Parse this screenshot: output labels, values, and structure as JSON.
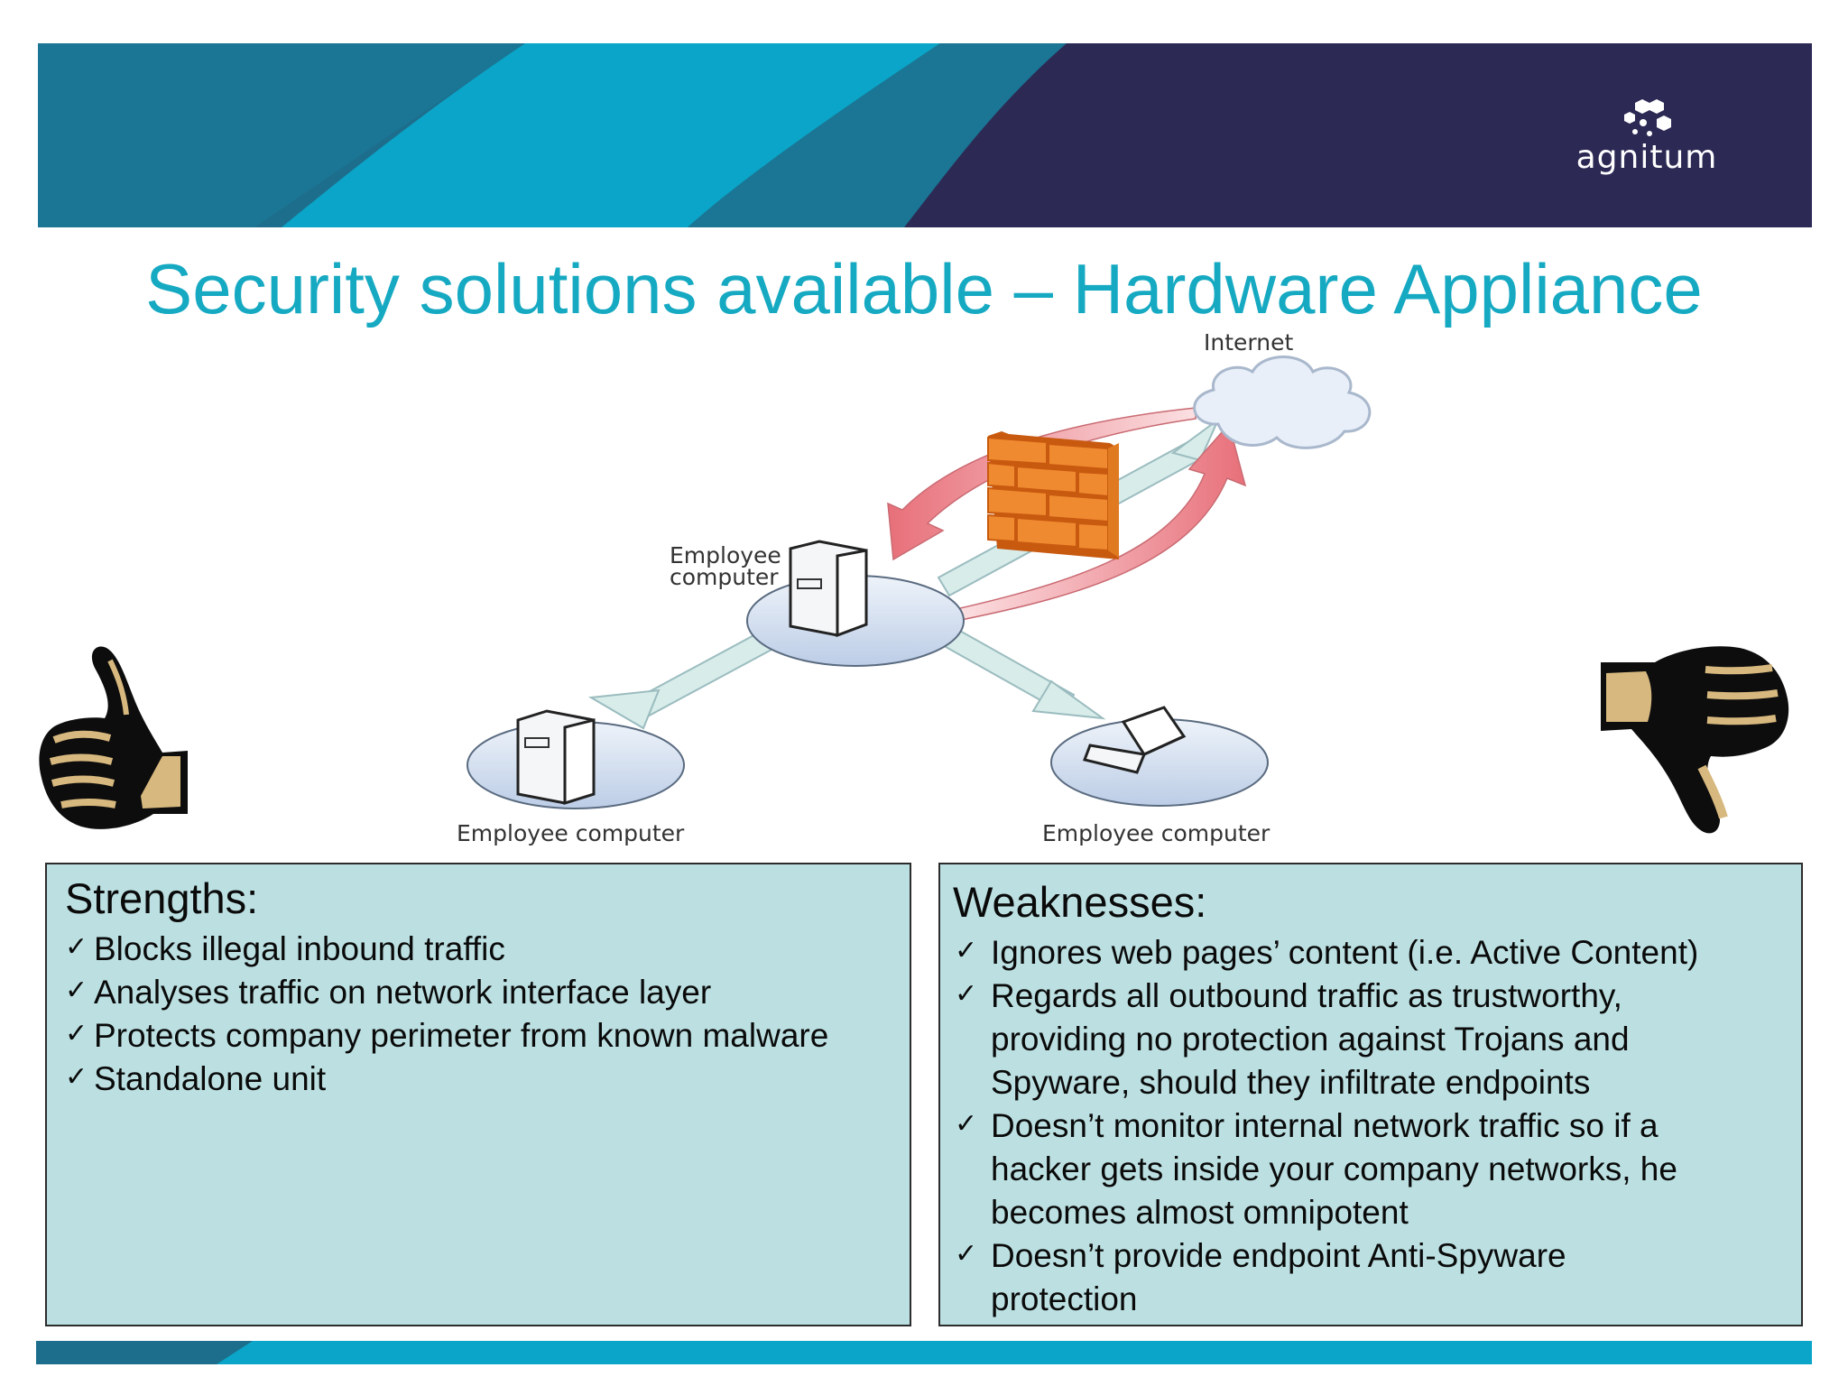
{
  "brand": {
    "name": "agnitum"
  },
  "slide": {
    "title": "Security solutions available – Hardware Appliance"
  },
  "diagram": {
    "internet_label": "Internet",
    "center_label_line1": "Employee",
    "center_label_line2": "computer",
    "left_label": "Employee computer",
    "right_label": "Employee computer"
  },
  "strengths": {
    "heading": "Strengths:",
    "items": [
      "Blocks illegal inbound traffic",
      "Analyses traffic on network interface layer",
      "Protects company perimeter from known malware",
      "Standalone unit"
    ]
  },
  "weaknesses": {
    "heading": "Weaknesses:",
    "items": [
      {
        "lines": [
          "Ignores web pages’ content (i.e. Active Content)"
        ]
      },
      {
        "lines": [
          "Regards all outbound traffic as trustworthy,",
          "providing no protection against Trojans and",
          "Spyware, should they infiltrate endpoints"
        ]
      },
      {
        "lines": [
          "Doesn’t monitor internal network traffic so if a",
          "hacker gets inside your company networks, he",
          "becomes almost omnipotent"
        ]
      },
      {
        "lines": [
          "Doesn’t provide endpoint Anti-Spyware",
          "protection"
        ]
      }
    ]
  },
  "colors": {
    "title": "#16a9c2",
    "panel_bg": "#bce0e2",
    "header_teal": "#0aa5c8",
    "header_dark_teal": "#1d6e8c",
    "header_navy": "#2c2a55"
  },
  "icons": {
    "check": "✓",
    "thumbs_up": "thumbs-up-icon",
    "thumbs_down": "thumbs-down-icon",
    "firewall": "brick-wall-icon",
    "cloud": "cloud-icon"
  }
}
